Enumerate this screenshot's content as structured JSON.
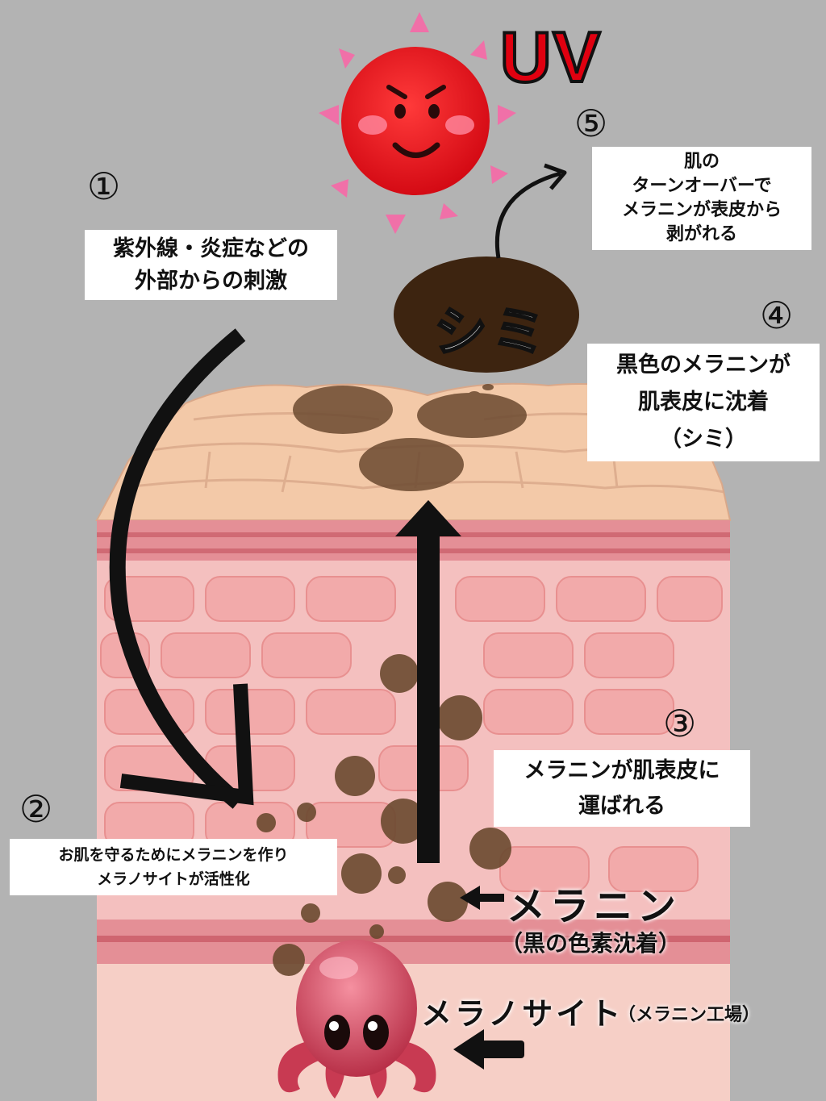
{
  "title_uv": "UV",
  "spot_label": "シミ",
  "steps": [
    {
      "number": "①",
      "lines": [
        "紫外線・炎症などの",
        "外部からの刺激"
      ]
    },
    {
      "number": "②",
      "lines": [
        "お肌を守るためにメラニンを作り",
        "メラノサイトが活性化"
      ]
    },
    {
      "number": "③",
      "lines": [
        "メラニンが肌表皮に",
        "運ばれる"
      ]
    },
    {
      "number": "④",
      "lines": [
        "黒色のメラニンが",
        "肌表皮に沈着",
        "（シミ）"
      ]
    },
    {
      "number": "⑤",
      "lines": [
        "肌の",
        "ターンオーバーで",
        "メラニンが表皮から",
        "剥がれる"
      ]
    }
  ],
  "melanin": {
    "label": "メラニン",
    "sub": "（黒の色素沈着）"
  },
  "melanocyte": {
    "label": "メラノサイト",
    "sub": "（メラニン工場）"
  },
  "colors": {
    "background": "#b3b3b3",
    "sun": "#e8141e",
    "sun_rays": "#f070a8",
    "uv_text": "#e00010",
    "melanin": "#6b4a30",
    "spot": "#3d2410",
    "skin_top": "#f3c9a8",
    "skin_layers": "#f2b9b9",
    "octopus": "#e06070"
  },
  "icons": [
    "sun-icon",
    "octopus-icon",
    "arrow-icon"
  ]
}
